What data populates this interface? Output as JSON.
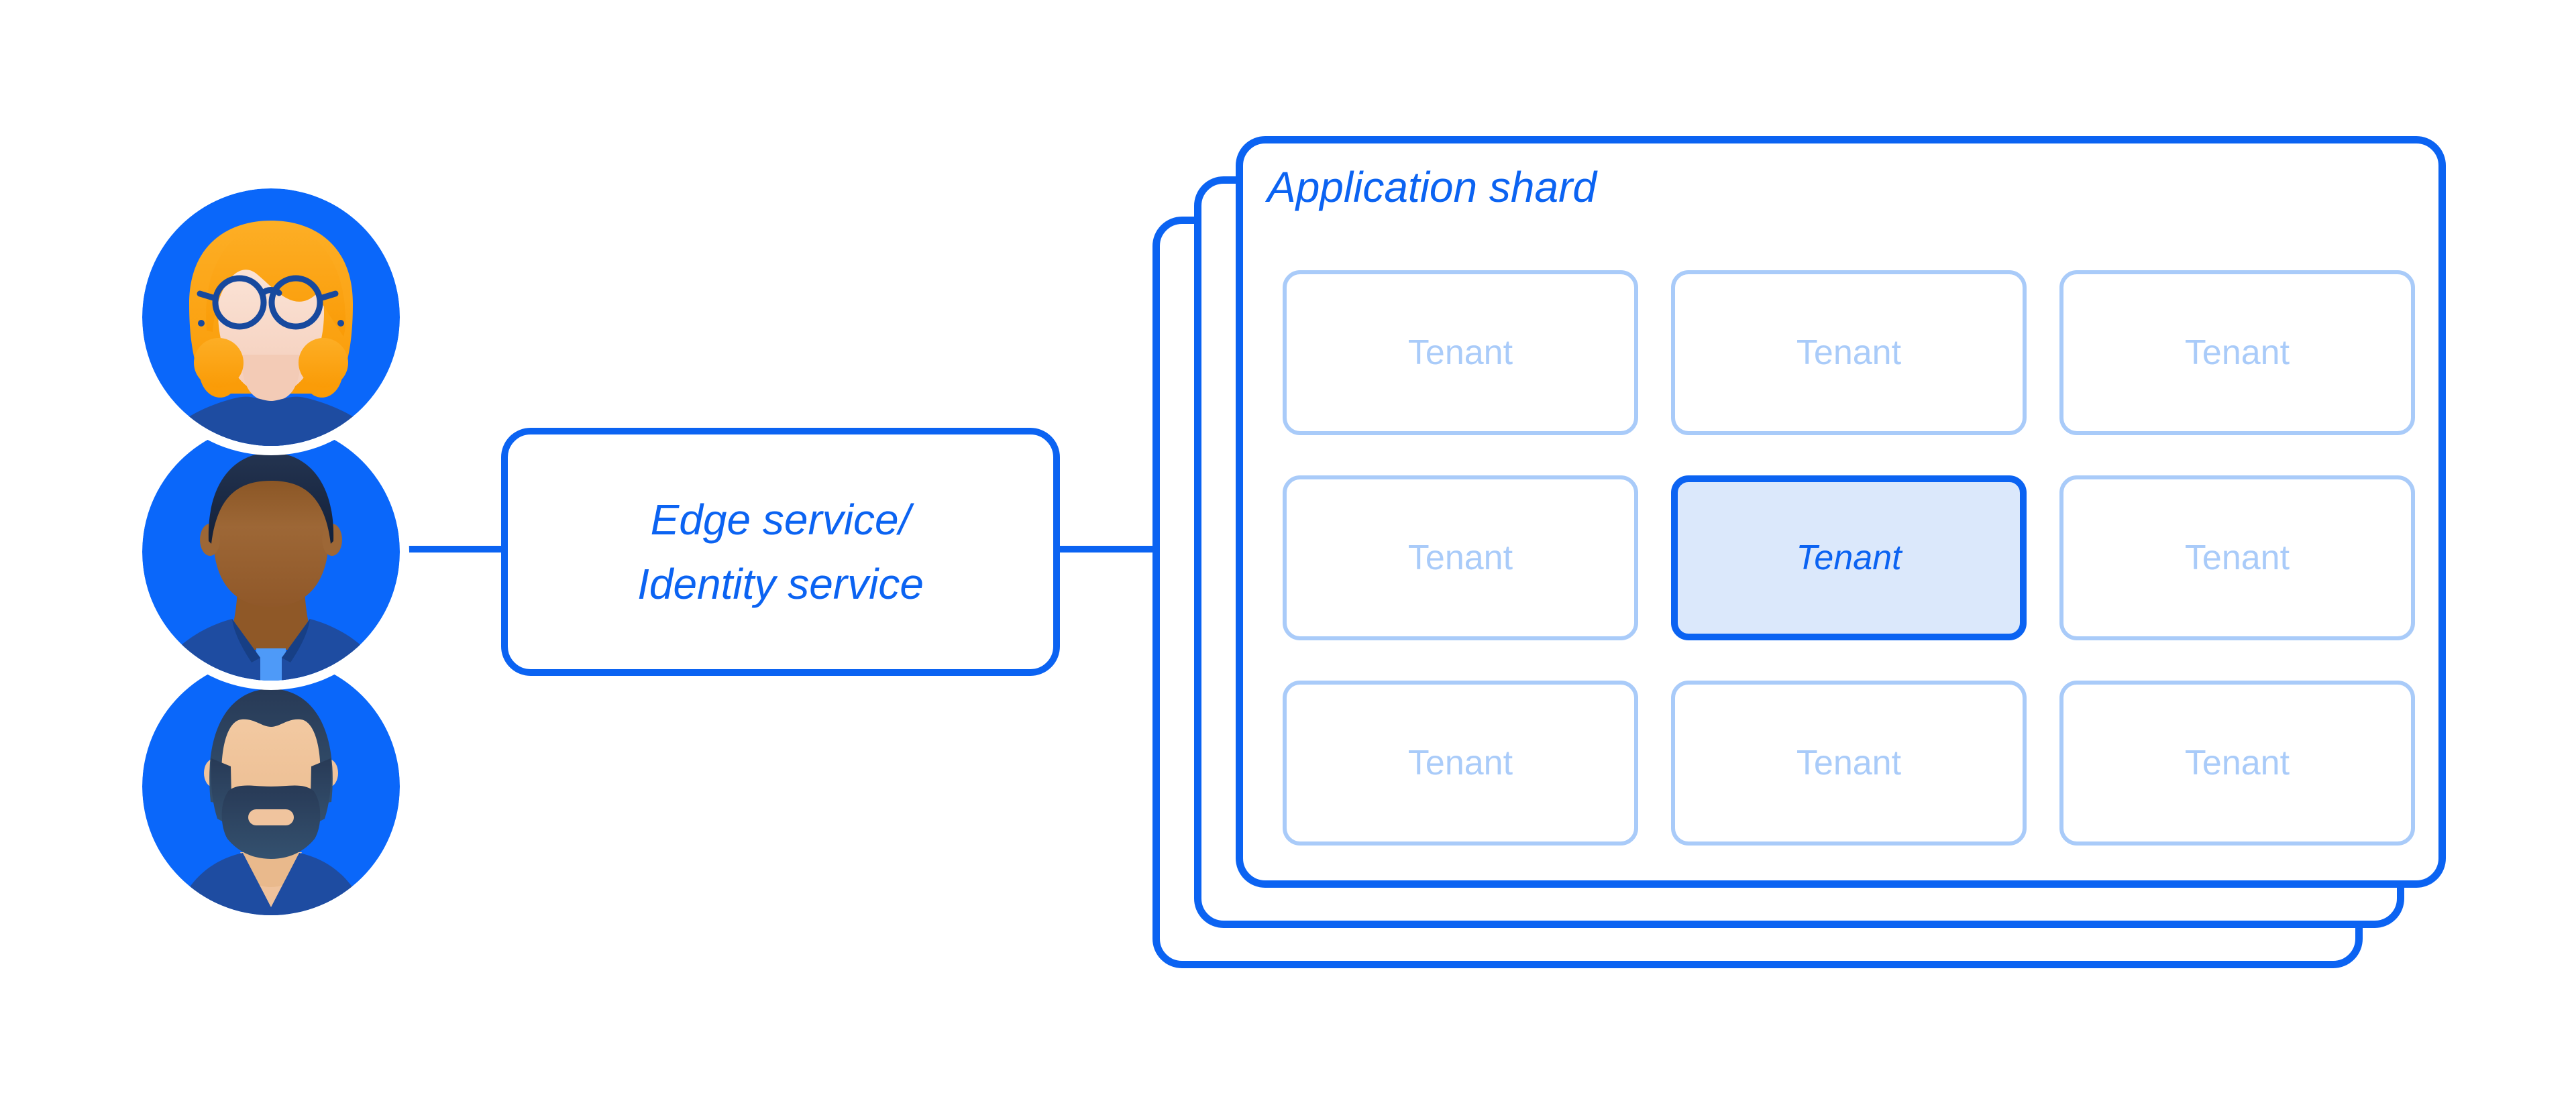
{
  "users": {
    "items": [
      {
        "avatar": "woman-with-glasses-avatar"
      },
      {
        "avatar": "man-avatar"
      },
      {
        "avatar": "bearded-man-avatar"
      }
    ]
  },
  "edge_service": {
    "line1": "Edge service/",
    "line2": "Identity service"
  },
  "application_shard": {
    "title": "Application shard",
    "stack_count": 3,
    "tenants": [
      {
        "label": "Tenant",
        "active": false
      },
      {
        "label": "Tenant",
        "active": false
      },
      {
        "label": "Tenant",
        "active": false
      },
      {
        "label": "Tenant",
        "active": false
      },
      {
        "label": "Tenant",
        "active": true
      },
      {
        "label": "Tenant",
        "active": false
      },
      {
        "label": "Tenant",
        "active": false
      },
      {
        "label": "Tenant",
        "active": false
      },
      {
        "label": "Tenant",
        "active": false
      }
    ]
  },
  "colors": {
    "accent_blue": "#0B63F2",
    "avatar_circle_blue": "#0A67FA",
    "light_blue": "#A9CBF9",
    "active_tenant_fill": "#DBE8FB",
    "navy_clothing": "#1E4CA1",
    "hair_orange": "#FA9B06",
    "shirt_light_blue": "#4E9AF8",
    "background": "#FFFFFF"
  }
}
